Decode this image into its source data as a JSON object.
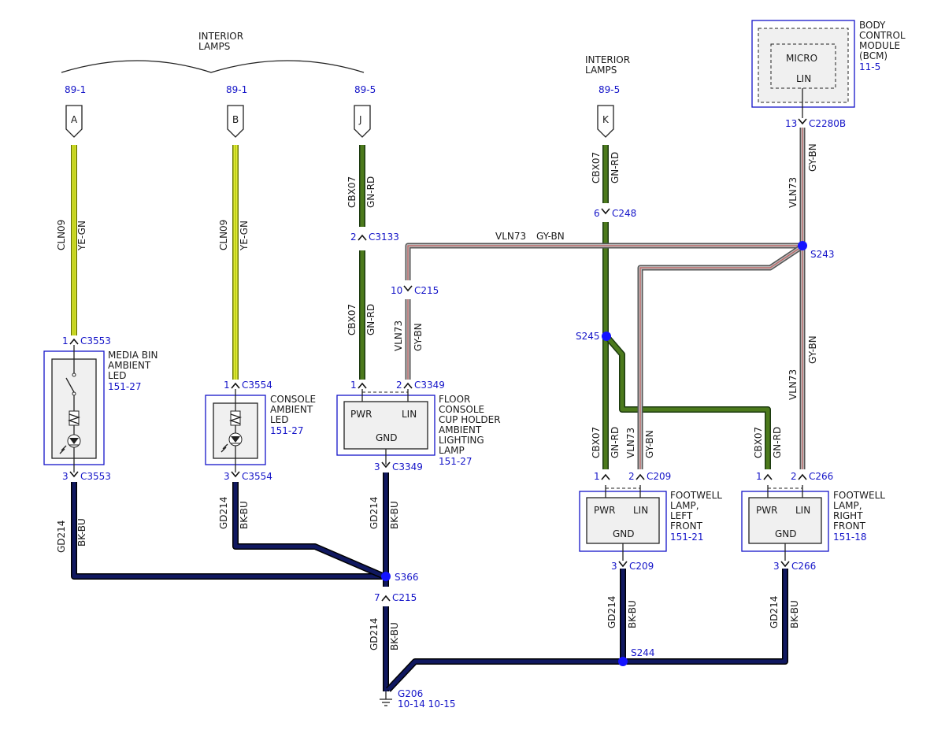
{
  "group_headers": {
    "left": "INTERIOR\nLAMPS",
    "right": "INTERIOR\nLAMPS"
  },
  "sources": [
    {
      "id": "A",
      "ref": "89-1"
    },
    {
      "id": "B",
      "ref": "89-1"
    },
    {
      "id": "J",
      "ref": "89-5"
    },
    {
      "id": "K",
      "ref": "89-5"
    }
  ],
  "bcm": {
    "name": "BODY\nCONTROL\nMODULE\n(BCM)",
    "ref": "11-5",
    "micro": "MICRO",
    "pin": "LIN"
  },
  "components": {
    "media_bin": {
      "name": "MEDIA BIN\nAMBIENT\nLED",
      "ref": "151-27"
    },
    "console": {
      "name": "CONSOLE\nAMBIENT\nLED",
      "ref": "151-27"
    },
    "floor": {
      "name": "FLOOR\nCONSOLE\nCUP HOLDER\nAMBIENT\nLIGHTING\nLAMP",
      "ref": "151-27",
      "pwr": "PWR",
      "lin": "LIN",
      "gnd": "GND"
    },
    "fw_left": {
      "name": "FOOTWELL\nLAMP,\nLEFT\nFRONT",
      "ref": "151-21",
      "pwr": "PWR",
      "lin": "LIN",
      "gnd": "GND"
    },
    "fw_right": {
      "name": "FOOTWELL\nLAMP,\nRIGHT\nFRONT",
      "ref": "151-18",
      "pwr": "PWR",
      "lin": "LIN",
      "gnd": "GND"
    }
  },
  "connectors": [
    {
      "pin": "1",
      "name": "C3553"
    },
    {
      "pin": "3",
      "name": "C3553"
    },
    {
      "pin": "1",
      "name": "C3554"
    },
    {
      "pin": "3",
      "name": "C3554"
    },
    {
      "pin": "2",
      "name": "C3133"
    },
    {
      "pin": "10",
      "name": "C215"
    },
    {
      "pin": "1",
      "name": ""
    },
    {
      "pin": "2",
      "name": "C3349"
    },
    {
      "pin": "3",
      "name": "C3349"
    },
    {
      "pin": "7",
      "name": "C215"
    },
    {
      "pin": "6",
      "name": "C248"
    },
    {
      "pin": "13",
      "name": "C2280B"
    },
    {
      "pin": "1",
      "name": ""
    },
    {
      "pin": "2",
      "name": "C209"
    },
    {
      "pin": "3",
      "name": "C209"
    },
    {
      "pin": "1",
      "name": ""
    },
    {
      "pin": "2",
      "name": "C266"
    },
    {
      "pin": "3",
      "name": "C266"
    }
  ],
  "splices": [
    "S366",
    "S245",
    "S243",
    "S244"
  ],
  "ground": {
    "name": "G206",
    "refs": "10-14 10-15"
  },
  "wires": {
    "cln09": {
      "circuit": "CLN09",
      "color": "YE-GN"
    },
    "cbx07": {
      "circuit": "CBX07",
      "color": "GN-RD"
    },
    "vln73": {
      "circuit": "VLN73",
      "color": "GY-BN"
    },
    "gd214": {
      "circuit": "GD214",
      "color": "BK-BU"
    }
  },
  "colors": {
    "ye_gn": "#e4ec3a",
    "gn_rd": "#4c7a1c",
    "gy_bn": "#b8b8b8",
    "bk_bu": "#101860",
    "label_blue": "#1414c8"
  }
}
